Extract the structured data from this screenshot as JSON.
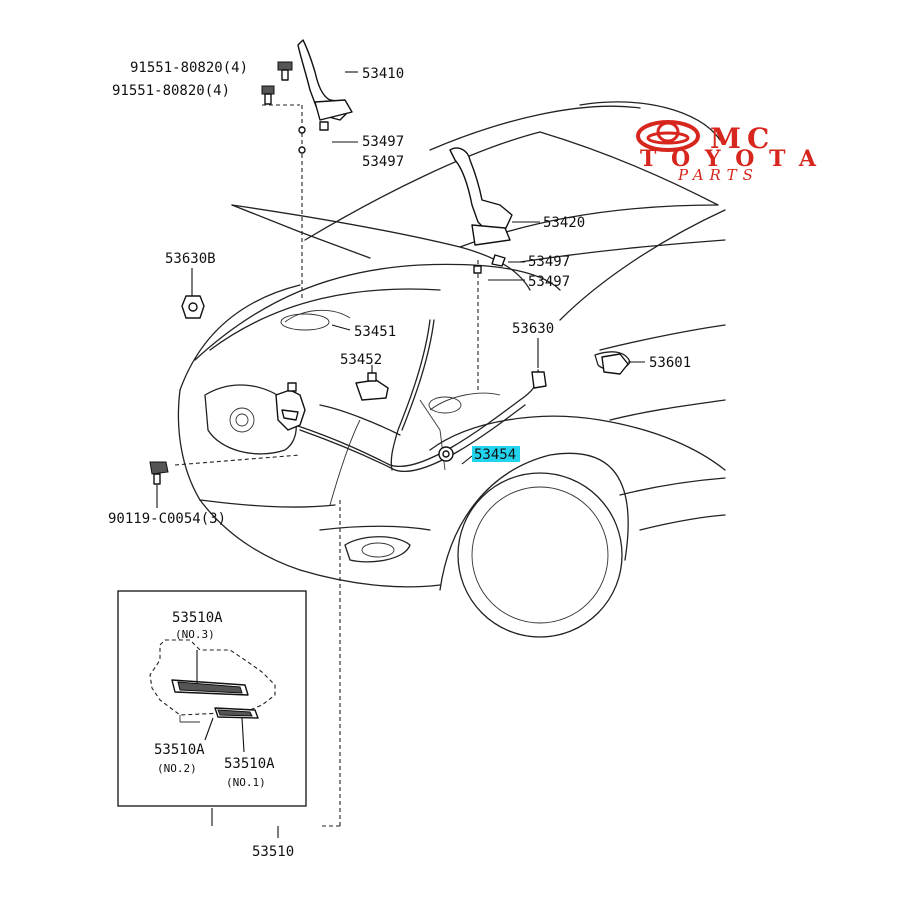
{
  "logo": {
    "brand_line1": "MC",
    "brand_line2": "TOYOTA",
    "brand_line3": "PARTS",
    "color": "#d7261e"
  },
  "highlight_color": "#22d3ee",
  "callouts": {
    "c_91551_a": "91551-80820(4)",
    "c_91551_b": "91551-80820(4)",
    "c_53410": "53410",
    "c_53497_a": "53497",
    "c_53497_b": "53497",
    "c_53420": "53420",
    "c_53497_c": "53497",
    "c_53497_d": "53497",
    "c_53630B": "53630B",
    "c_53451": "53451",
    "c_53452": "53452",
    "c_53630": "53630",
    "c_53601": "53601",
    "c_53454": "53454",
    "c_90119": "90119-C0054(3)",
    "c_53510": "53510"
  },
  "inset": {
    "part_top": "53510A",
    "part_top_sub": "(NO.3)",
    "part_left": "53510A",
    "part_left_sub": "(NO.2)",
    "part_right": "53510A",
    "part_right_sub": "(NO.1)"
  }
}
